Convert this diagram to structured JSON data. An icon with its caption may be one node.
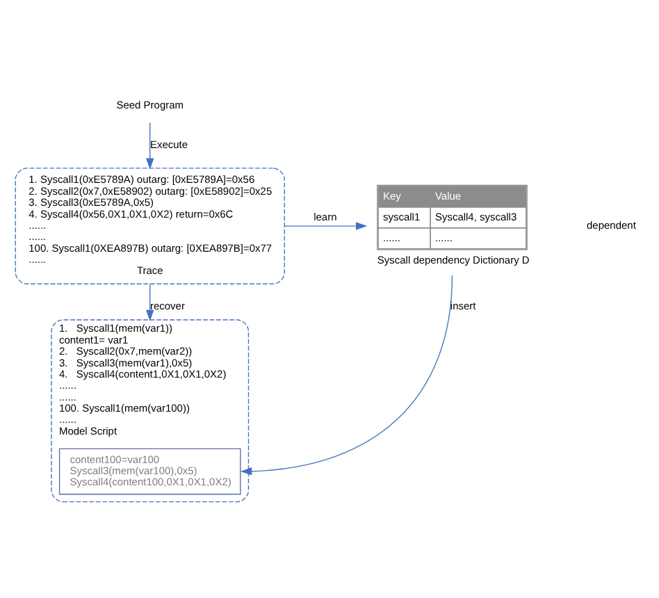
{
  "diagram": {
    "nodes": [
      {
        "text": [
          "Seed Program"
        ]
      },
      {
        "text": [
          "1. Syscall1(0xE5789A) outarg: [0xE5789A]=0x56",
          "2. Syscall2(0x7,0xE58902) outarg: [0xE58902]=0x25",
          "3. Syscall3(0xE5789A,0x5)",
          "4. Syscall4(0x56,0X1,0X1,0X2) return=0x6C",
          "......",
          "......",
          "100. Syscall1(0XEA897B) outarg: [0XEA897B]=0x77",
          "......",
          "Trace"
        ]
      },
      {
        "text": [
          "Key",
          "Value",
          "syscall1",
          "Syscall4, syscall3",
          "......",
          "......"
        ],
        "beside": [
          "Syscall dependency Dictionary D"
        ]
      },
      {
        "text": [
          "1.   Syscall1(mem(var1))",
          "content1= var1",
          "2.   Syscall2(0x7,mem(var2))",
          "3.   Syscall3(mem(var1),0x5)",
          "4.   Syscall4(content1,0X1,0X1,0X2)",
          "......",
          "......",
          "100. Syscall1(mem(var100))",
          "......",
          "Model Script"
        ]
      },
      {
        "text": [
          "content100=var100",
          "Syscall3(mem(var100),0x5)",
          "Syscall4(content100,0X1,0X1,0X2)"
        ],
        "in": 3
      }
    ],
    "edges": [
      {
        "from": 0,
        "to": 1,
        "label": "Execute",
        "arrow": "to"
      },
      {
        "from": 1,
        "to": 2,
        "label": "learn",
        "arrow": "to"
      },
      {
        "from": 1,
        "to": 3,
        "label": "recover",
        "arrow": "to"
      },
      {
        "from": 2,
        "to": 4,
        "label": "insert",
        "arrow": "to"
      }
    ],
    "labels": [
      "dependent"
    ]
  }
}
